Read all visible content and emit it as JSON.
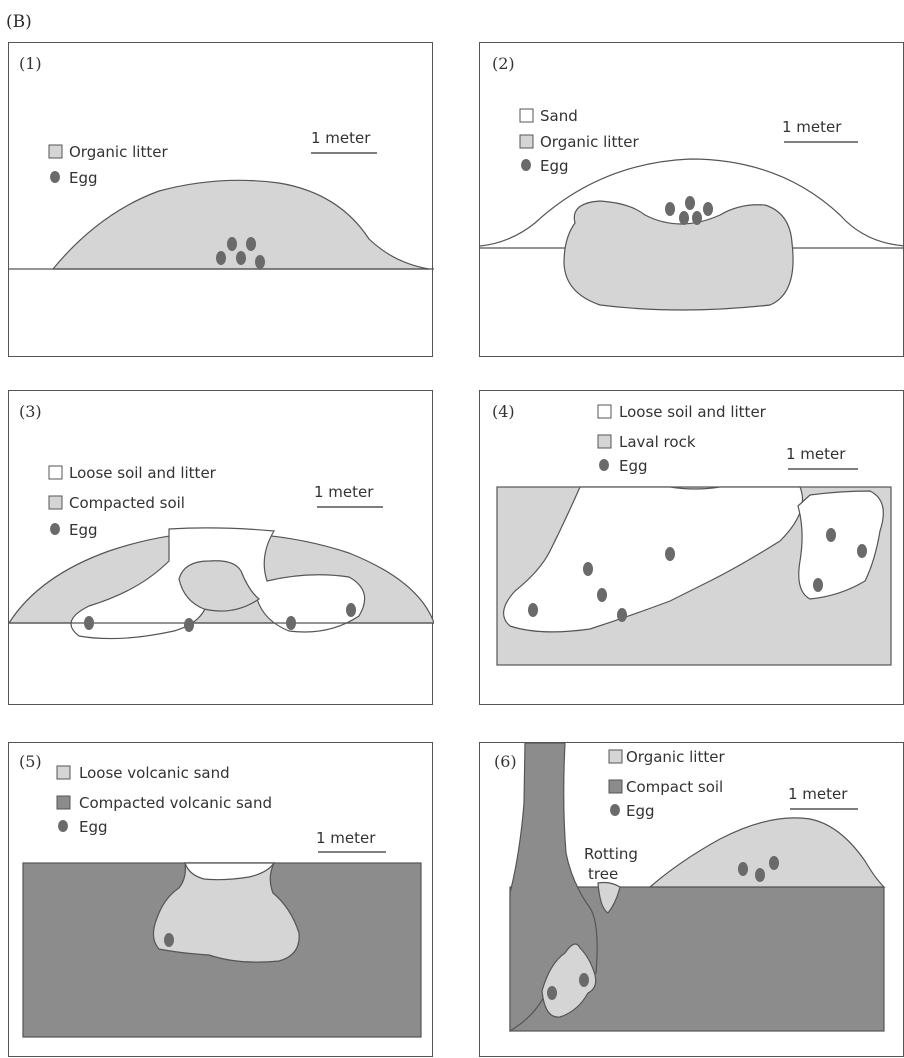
{
  "figure_label": "(B)",
  "scale_label": "1 meter",
  "colors": {
    "light_fill": "#d5d5d5",
    "dark_fill": "#8c8c8c",
    "egg": "#6a6a6a",
    "outline": "#555555"
  },
  "panels": [
    {
      "number": "(1)",
      "legend": [
        "Organic litter",
        "Egg"
      ]
    },
    {
      "number": "(2)",
      "legend": [
        "Sand",
        "Organic litter",
        "Egg"
      ]
    },
    {
      "number": "(3)",
      "legend": [
        "Loose soil and litter",
        "Compacted soil",
        "Egg"
      ]
    },
    {
      "number": "(4)",
      "legend": [
        "Loose soil and litter",
        "Laval rock",
        "Egg"
      ]
    },
    {
      "number": "(5)",
      "legend": [
        "Loose volcanic sand",
        "Compacted volcanic sand",
        "Egg"
      ]
    },
    {
      "number": "(6)",
      "legend": [
        "Organic litter",
        "Compact soil",
        "Egg"
      ],
      "annotation": [
        "Rotting",
        "tree"
      ]
    }
  ]
}
